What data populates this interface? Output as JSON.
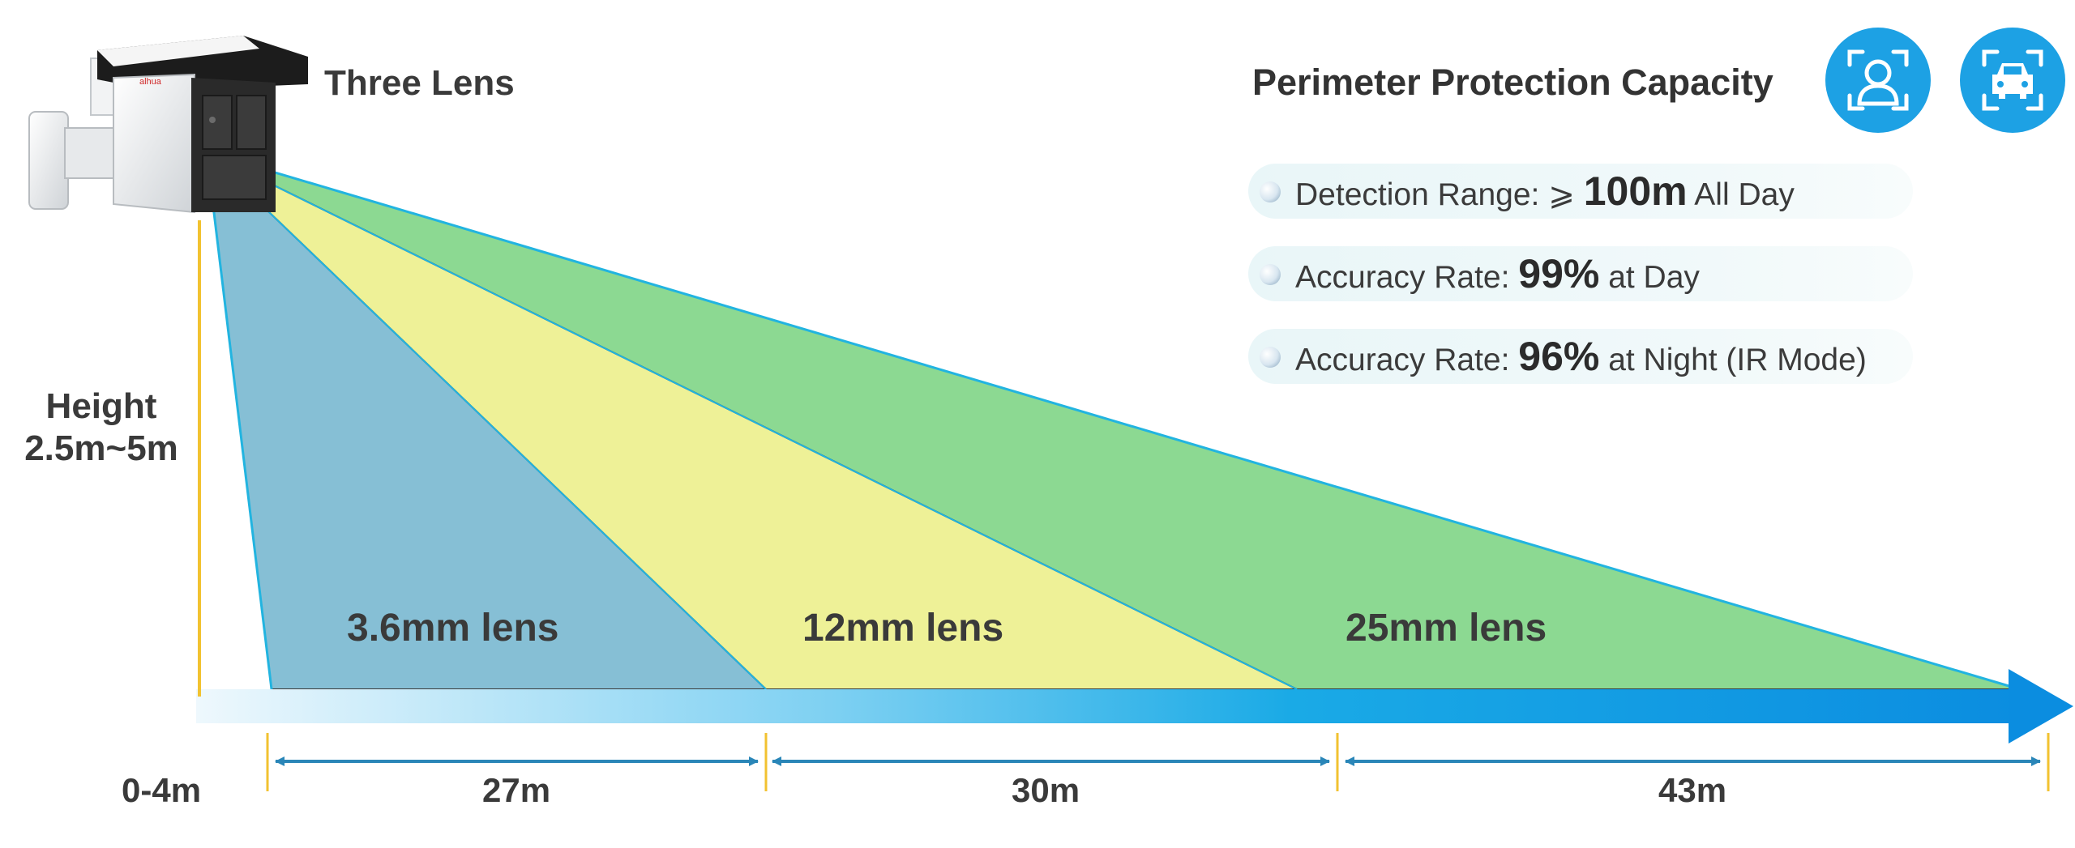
{
  "title": "Three Lens",
  "height_label": [
    "Height",
    "2.5m~5m"
  ],
  "lenses": [
    {
      "label": "3.6mm lens",
      "color": "#86bfd5",
      "distance_label": "27m"
    },
    {
      "label": "12mm lens",
      "color": "#eef197",
      "distance_label": "30m"
    },
    {
      "label": "25mm lens",
      "color": "#8cd992",
      "distance_label": "43m"
    }
  ],
  "blind_zone_label": "0-4m",
  "capacity": {
    "title": "Perimeter Protection Capacity",
    "icons": [
      "person-detect-icon",
      "vehicle-detect-icon"
    ],
    "stats": [
      {
        "prefix": "Detection Range: ⩾ ",
        "value": "100m",
        "suffix": " All Day"
      },
      {
        "prefix": "Accuracy Rate: ",
        "value": "99%",
        "suffix": " at Day"
      },
      {
        "prefix": "Accuracy Rate: ",
        "value": "96%",
        "suffix": " at Night (IR Mode)"
      }
    ]
  },
  "colors": {
    "accent_blue": "#1da1e4",
    "ground_arrow_end": "#0b8de0",
    "height_line": "#f2c230",
    "dimension_arrow": "#2a86b8",
    "text": "#3a3a3a"
  }
}
